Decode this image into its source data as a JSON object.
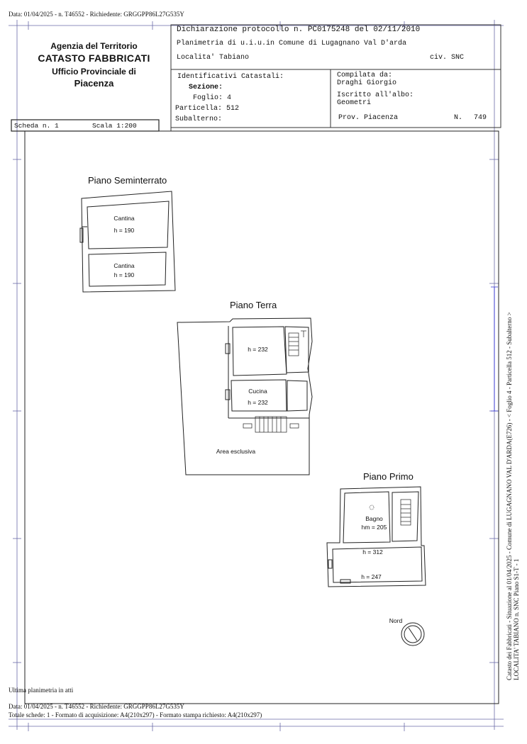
{
  "header": {
    "top_line": "Data: 01/04/2025 - n. T46552 - Richiedente: GRGGPP86L27G535Y",
    "office": {
      "line1": "Agenzia del Territorio",
      "line2": "CATASTO FABBRICATI",
      "line3": "Ufficio Provinciale di",
      "line4": "Piacenza"
    },
    "dichiarazione": "Dichiarazione protocollo n. PC0175248 del  02/11/2010",
    "planimetria": "Planimetria di u.i.u.in Comune di Lugagnano Val D'arda",
    "localita": "Localita' Tabiano",
    "civ": "civ. SNC",
    "identificativi_title": "Identificativi Catastali:",
    "sezione": "Sezione:",
    "foglio": "Foglio: 4",
    "particella": "Particella: 512",
    "subalterno": "Subalterno:",
    "compilata_label": "Compilata da:",
    "compilata_name": "Draghi Giorgio",
    "iscritto_label": "Iscritto all'albo:",
    "iscritto_value": "Geometri",
    "prov": "Prov. Piacenza",
    "n_label": "N.",
    "n_value": "749",
    "scheda": "Scheda n. 1",
    "scala": "Scala 1:200"
  },
  "plans": {
    "seminterrato": "Piano Seminterrato",
    "terra": "Piano Terra",
    "primo": "Piano Primo"
  },
  "rooms": {
    "cantina1": "Cantina",
    "cantina1_h": "h = 190",
    "cantina2": "Cantina",
    "cantina2_h": "h = 190",
    "terra1_h": "h = 232",
    "cucina": "Cucina",
    "cucina_h": "h = 232",
    "area": "Area esclusiva",
    "bagno": "Bagno",
    "bagno_h": "hm = 205",
    "primo1_h": "h = 312",
    "primo2_h": "h = 247",
    "nord": "Nord"
  },
  "side_text": {
    "line1": "Catasto dei Fabbricati - Situazione al 01/04/2025 - Comune di LUGAGNANO VAL D'ARDA(E726) - < Foglio 4 - Particella 512 - Subalterno  >",
    "line2": "LOCALITA' TABIANO n. SNC Piano S1-T - 1"
  },
  "footer": {
    "ultima": "Ultima planimetria in atti",
    "data": "Data: 01/04/2025 - n. T46552 - Richiedente: GRGGPP86L27G535Y",
    "totale": "Totale schede: 1 - Formato di acquisizione: A4(210x297)  - Formato stampa richiesto: A4(210x297)"
  }
}
